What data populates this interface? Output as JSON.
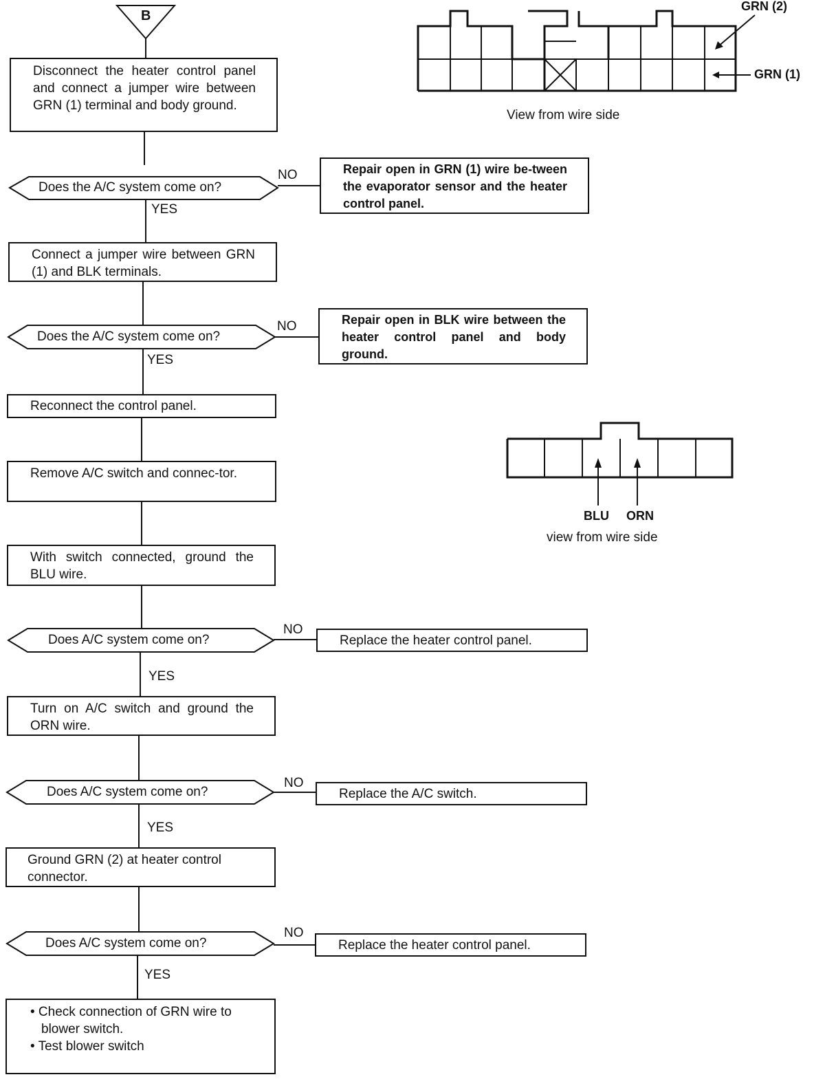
{
  "start_marker": "B",
  "steps": {
    "s1": "Disconnect the heater control panel and connect a jumper wire between GRN (1) terminal and body ground.",
    "s2": "Connect a jumper wire between GRN (1) and BLK terminals.",
    "s3": "Reconnect the control panel.",
    "s4": "Remove A/C switch and connec-tor.",
    "s5": "With switch connected, ground the BLU wire.",
    "s6": "Turn on A/C switch and ground the ORN wire.",
    "s7": "Ground GRN (2) at heater control connector.",
    "s8": [
      "• Check connection of GRN wire to blower switch.",
      "• Test blower switch"
    ]
  },
  "decisions": {
    "d1": "Does the A/C system come on?",
    "d2": "Does the A/C system come on?",
    "d3": "Does A/C system come on?",
    "d4": "Does A/C system come on?",
    "d5": "Does A/C system come on?"
  },
  "outcomes": {
    "o1": "Repair open in GRN (1) wire be-tween the evaporator sensor and the heater control panel.",
    "o2": "Repair open in BLK wire between the heater control panel and body ground.",
    "o3": "Replace the heater control panel.",
    "o4": "Replace the A/C switch.",
    "o5": "Replace the heater control panel."
  },
  "branch_labels": {
    "yes": "YES",
    "no": "NO"
  },
  "connector1": {
    "label_top": "GRN (2)",
    "label_right": "GRN (1)",
    "caption": "View from wire side"
  },
  "connector2": {
    "label_blu": "BLU",
    "label_orn": "ORN",
    "caption": "view from wire side"
  }
}
